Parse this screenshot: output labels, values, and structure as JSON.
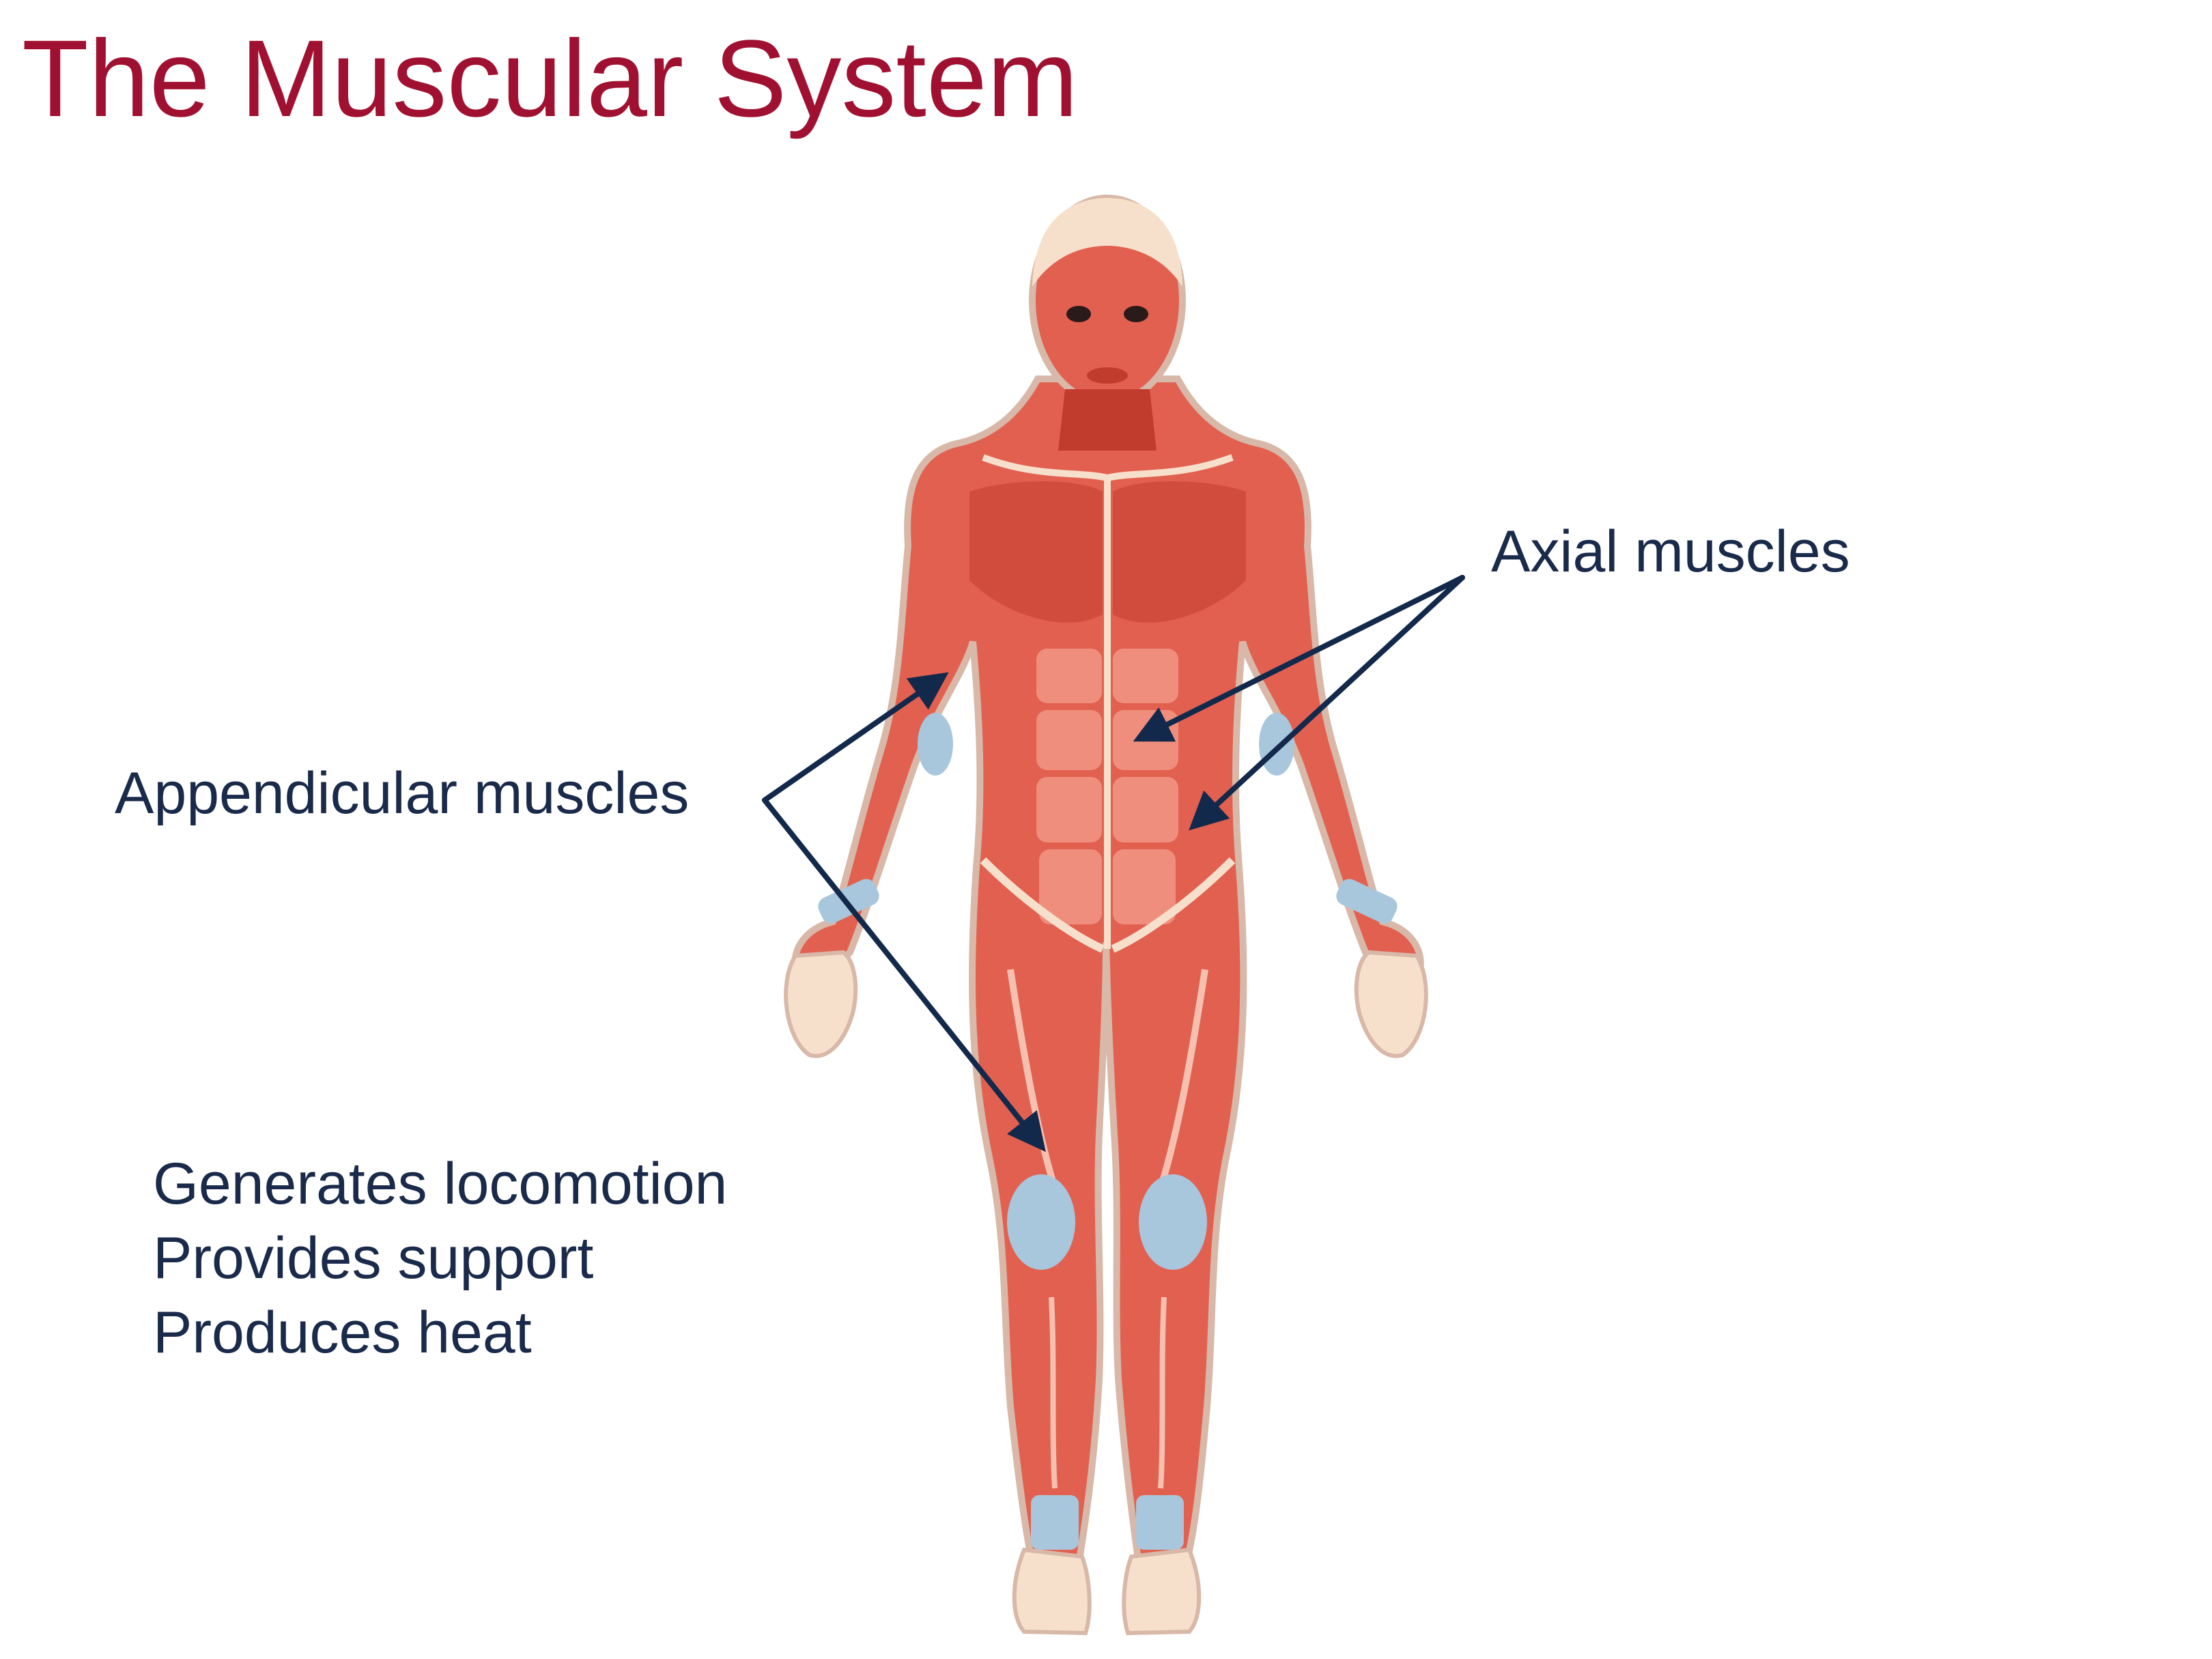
{
  "slide": {
    "title": "The Muscular System",
    "labels": {
      "axial": "Axial muscles",
      "appendicular": "Appendicular muscles"
    },
    "functions": [
      "Generates locomotion",
      "Provides support",
      "Produces heat"
    ]
  },
  "colors": {
    "title": "#a01030",
    "text": "#1a2a4a",
    "arrow": "#13294b",
    "muscle": "#e2604f",
    "muscle_dark": "#c23c2e",
    "tendon": "#a8c6dc",
    "skin": "#f6e0cc",
    "outline": "#d8b8a8"
  }
}
